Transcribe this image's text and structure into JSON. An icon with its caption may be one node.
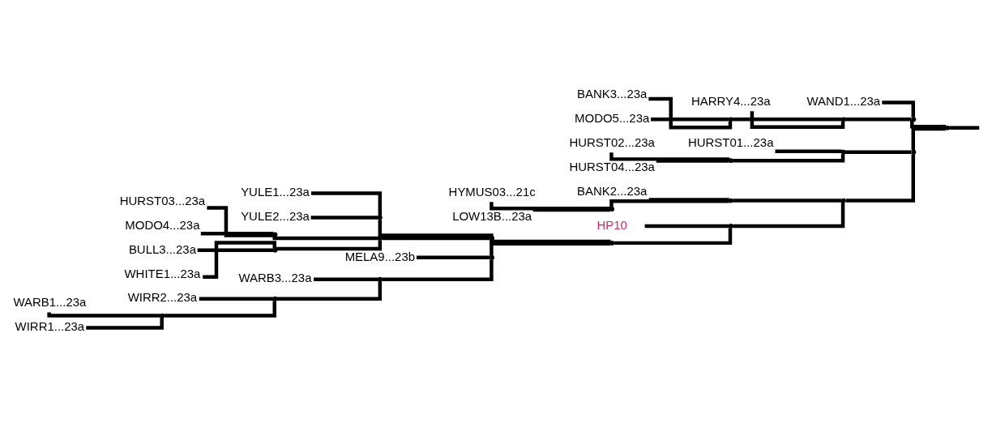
{
  "diagram": {
    "nodes": [
      {
        "text": [
          "WAND1...23a"
        ]
      },
      {
        "text": [
          "HARRY4...23a"
        ]
      },
      {
        "text": [
          "BANK3...23a"
        ]
      },
      {
        "text": [
          "MODO5...23a"
        ]
      },
      {
        "text": [
          "HURST01...23a"
        ]
      },
      {
        "text": [
          "HURST02...23a"
        ]
      },
      {
        "text": [
          "HURST04...23a"
        ]
      },
      {
        "text": [
          "BANK2...23a"
        ]
      },
      {
        "text": [
          "HYMUS03...21c"
        ]
      },
      {
        "text": [
          "LOW13B...23a"
        ]
      },
      {
        "text": [
          "HP10"
        ]
      },
      {
        "text": [
          "YULE1...23a"
        ]
      },
      {
        "text": [
          "YULE2...23a"
        ]
      },
      {
        "text": [
          "HURST03...23a"
        ]
      },
      {
        "text": [
          "MODO4...23a"
        ]
      },
      {
        "text": [
          "BULL3...23a"
        ]
      },
      {
        "text": [
          "WHITE1...23a"
        ]
      },
      {
        "text": [
          "MELA9...23b"
        ]
      },
      {
        "text": [
          "WARB3...23a"
        ]
      },
      {
        "text": [
          "WIRR2...23a"
        ]
      },
      {
        "text": [
          "WARB1...23a"
        ]
      },
      {
        "text": [
          "WIRR1...23a"
        ]
      },
      {
        "text": [],
        "shape": "point"
      },
      {
        "text": [],
        "shape": "point"
      },
      {
        "text": [],
        "shape": "point"
      },
      {
        "text": [],
        "shape": "point"
      },
      {
        "text": [],
        "shape": "point"
      },
      {
        "text": [],
        "shape": "point"
      },
      {
        "text": [],
        "shape": "point"
      },
      {
        "text": [],
        "shape": "point"
      },
      {
        "text": [],
        "shape": "point"
      },
      {
        "text": [],
        "shape": "point"
      },
      {
        "text": [],
        "shape": "point"
      },
      {
        "text": [],
        "shape": "point"
      },
      {
        "text": [],
        "shape": "point"
      },
      {
        "text": [],
        "shape": "point"
      },
      {
        "text": [],
        "shape": "point"
      },
      {
        "text": [],
        "shape": "point"
      },
      {
        "text": [],
        "shape": "point"
      },
      {
        "text": [],
        "shape": "point"
      },
      {
        "text": [],
        "shape": "point"
      },
      {
        "text": [],
        "shape": "point"
      },
      {
        "text": [],
        "shape": "point"
      }
    ],
    "edges": [
      {
        "from": null,
        "to": 22,
        "arrow": "none"
      },
      {
        "from": 22,
        "to": 23,
        "arrow": "none"
      },
      {
        "from": 22,
        "to": 26,
        "arrow": "none"
      },
      {
        "from": 23,
        "to": 0,
        "arrow": "none"
      },
      {
        "from": 23,
        "to": 24,
        "arrow": "none"
      },
      {
        "from": 24,
        "to": 1,
        "arrow": "none"
      },
      {
        "from": 24,
        "to": 25,
        "arrow": "none"
      },
      {
        "from": 25,
        "to": 2,
        "arrow": "none"
      },
      {
        "from": 25,
        "to": 3,
        "arrow": "none"
      },
      {
        "from": 26,
        "to": 27,
        "arrow": "none"
      },
      {
        "from": 26,
        "to": 29,
        "arrow": "none"
      },
      {
        "from": 27,
        "to": 4,
        "arrow": "none"
      },
      {
        "from": 27,
        "to": 28,
        "arrow": "none"
      },
      {
        "from": 28,
        "to": 5,
        "arrow": "none"
      },
      {
        "from": 28,
        "to": 6,
        "arrow": "none"
      },
      {
        "from": 29,
        "to": 30,
        "arrow": "none"
      },
      {
        "from": 29,
        "to": 32,
        "arrow": "none"
      },
      {
        "from": 30,
        "to": 7,
        "arrow": "none"
      },
      {
        "from": 30,
        "to": 31,
        "arrow": "none"
      },
      {
        "from": 31,
        "to": 8,
        "arrow": "none"
      },
      {
        "from": 31,
        "to": 9,
        "arrow": "none"
      },
      {
        "from": 32,
        "to": 10,
        "arrow": "none"
      },
      {
        "from": 32,
        "to": 33,
        "arrow": "none"
      },
      {
        "from": 33,
        "to": 34,
        "arrow": "none"
      },
      {
        "from": 33,
        "to": 39,
        "arrow": "none"
      },
      {
        "from": 34,
        "to": 35,
        "arrow": "none"
      },
      {
        "from": 34,
        "to": 36,
        "arrow": "none"
      },
      {
        "from": 35,
        "to": 11,
        "arrow": "none"
      },
      {
        "from": 35,
        "to": 12,
        "arrow": "none"
      },
      {
        "from": 36,
        "to": 37,
        "arrow": "none"
      },
      {
        "from": 36,
        "to": 38,
        "arrow": "none"
      },
      {
        "from": 37,
        "to": 13,
        "arrow": "none"
      },
      {
        "from": 37,
        "to": 14,
        "arrow": "none"
      },
      {
        "from": 38,
        "to": 15,
        "arrow": "none"
      },
      {
        "from": 38,
        "to": 16,
        "arrow": "none"
      },
      {
        "from": 39,
        "to": 17,
        "arrow": "none"
      },
      {
        "from": 39,
        "to": 40,
        "arrow": "none"
      },
      {
        "from": 40,
        "to": 18,
        "arrow": "none"
      },
      {
        "from": 40,
        "to": 41,
        "arrow": "none"
      },
      {
        "from": 41,
        "to": 19,
        "arrow": "none"
      },
      {
        "from": 41,
        "to": 42,
        "arrow": "none"
      },
      {
        "from": 42,
        "to": 20,
        "arrow": "none"
      },
      {
        "from": 42,
        "to": 21,
        "arrow": "none"
      }
    ]
  }
}
